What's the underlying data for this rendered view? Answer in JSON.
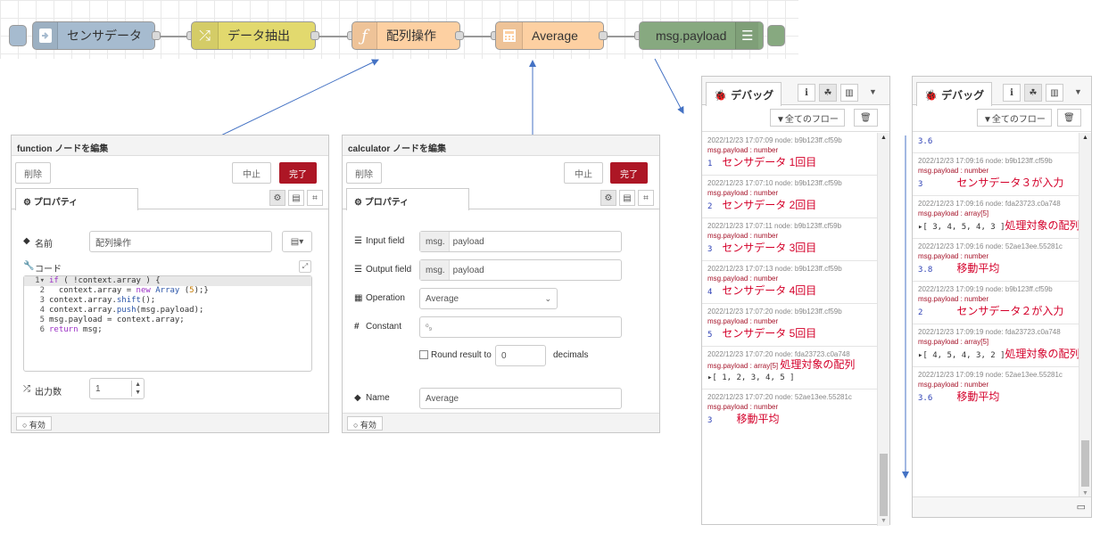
{
  "flow": {
    "nodes": [
      {
        "label": "センサデータ",
        "color": "#a6bbcf"
      },
      {
        "label": "データ抽出",
        "color": "#e2d96e"
      },
      {
        "label": "配列操作",
        "color": "#fdd0a2"
      },
      {
        "label": "Average",
        "color": "#fdd0a2"
      },
      {
        "label": "msg.payload",
        "color": "#87a980"
      }
    ]
  },
  "function_editor": {
    "title": "function ノードを編集",
    "delete_label": "削除",
    "cancel_label": "中止",
    "done_label": "完了",
    "tab_label": "⚙ プロパティ",
    "name_label": "名前",
    "name_value": "配列操作",
    "code_label": "コード",
    "code_lines": [
      "if ( !context.array ) {",
      "  context.array = new Array (5);}",
      "context.array.shift();",
      "context.array.push(msg.payload);",
      "msg.payload = context.array;",
      "return msg;"
    ],
    "outputs_label": "出力数",
    "outputs_value": "1",
    "status_label": "○ 有効"
  },
  "calculator_editor": {
    "title": "calculator ノードを編集",
    "delete_label": "削除",
    "cancel_label": "中止",
    "done_label": "完了",
    "tab_label": "⚙ プロパティ",
    "input_field_label": "Input field",
    "input_field_prefix": "msg.",
    "input_field_value": "payload",
    "output_field_label": "Output field",
    "output_field_prefix": "msg.",
    "output_field_value": "payload",
    "operation_label": "Operation",
    "operation_value": "Average",
    "constant_label": "Constant",
    "constant_value": "⁰₉",
    "round_label": "Round result to",
    "round_value": "0",
    "decimals_label": "decimals",
    "name_label": "Name",
    "name_value": "Average",
    "status_label": "○ 有効"
  },
  "debug_left": {
    "tab_label": "デバッグ",
    "filter_label": "▼全てのフロー",
    "messages": [
      {
        "meta": "2022/12/23 17:07:09  node: b9b123ff.cf59b",
        "topic": "msg.payload : number",
        "value": "1",
        "note": "センサデータ 1回目"
      },
      {
        "meta": "2022/12/23 17:07:10  node: b9b123ff.cf59b",
        "topic": "msg.payload : number",
        "value": "2",
        "note": "センサデータ 2回目"
      },
      {
        "meta": "2022/12/23 17:07:11  node: b9b123ff.cf59b",
        "topic": "msg.payload : number",
        "value": "3",
        "note": "センサデータ 3回目"
      },
      {
        "meta": "2022/12/23 17:07:13  node: b9b123ff.cf59b",
        "topic": "msg.payload : number",
        "value": "4",
        "note": "センサデータ 4回目"
      },
      {
        "meta": "2022/12/23 17:07:20  node: b9b123ff.cf59b",
        "topic": "msg.payload : number",
        "value": "5",
        "note": "センサデータ 5回目"
      },
      {
        "meta": "2022/12/23 17:07:20  node: fda23723.c0a748",
        "topic": "msg.payload : array[5]",
        "value": "▸[ 1, 2, 3, 4, 5 ]",
        "note": "処理対象の配列"
      },
      {
        "meta": "2022/12/23 17:07:20  node: 52ae13ee.55281c",
        "topic": "msg.payload : number",
        "value": "3",
        "note": "移動平均"
      }
    ]
  },
  "debug_right": {
    "tab_label": "デバッグ",
    "filter_label": "▼全てのフロー",
    "top_value": "3.6",
    "messages": [
      {
        "meta": "2022/12/23 17:09:16  node: b9b123ff.cf59b",
        "topic": "msg.payload : number",
        "value": "3",
        "note": "センサデータ３が入力"
      },
      {
        "meta": "2022/12/23 17:09:16  node: fda23723.c0a748",
        "topic": "msg.payload : array[5]",
        "value": "▸[ 3, 4, 5, 4, 3 ]",
        "note": "処理対象の配列"
      },
      {
        "meta": "2022/12/23 17:09:16  node: 52ae13ee.55281c",
        "topic": "msg.payload : number",
        "value": "3.8",
        "note": "移動平均"
      },
      {
        "meta": "2022/12/23 17:09:19  node: b9b123ff.cf59b",
        "topic": "msg.payload : number",
        "value": "2",
        "note": "センサデータ２が入力"
      },
      {
        "meta": "2022/12/23 17:09:19  node: fda23723.c0a748",
        "topic": "msg.payload : array[5]",
        "value": "▸[ 4, 5, 4, 3, 2 ]",
        "note": "処理対象の配列"
      },
      {
        "meta": "2022/12/23 17:09:19  node: 52ae13ee.55281c",
        "topic": "msg.payload : number",
        "value": "3.6",
        "note": "移動平均"
      }
    ]
  },
  "colors": {
    "accent": "#ad1625",
    "arrow": "#4472c4",
    "annotation": "#d4002a",
    "value": "#2c3fb5"
  }
}
